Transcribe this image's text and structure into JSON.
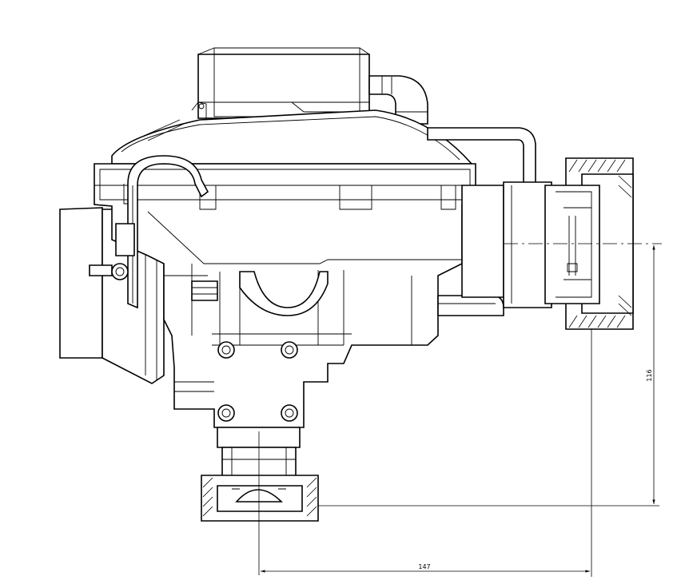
{
  "drawing": {
    "dimensions": [
      {
        "id": "horizontal",
        "value": "147"
      },
      {
        "id": "vertical",
        "value": "116"
      }
    ]
  }
}
